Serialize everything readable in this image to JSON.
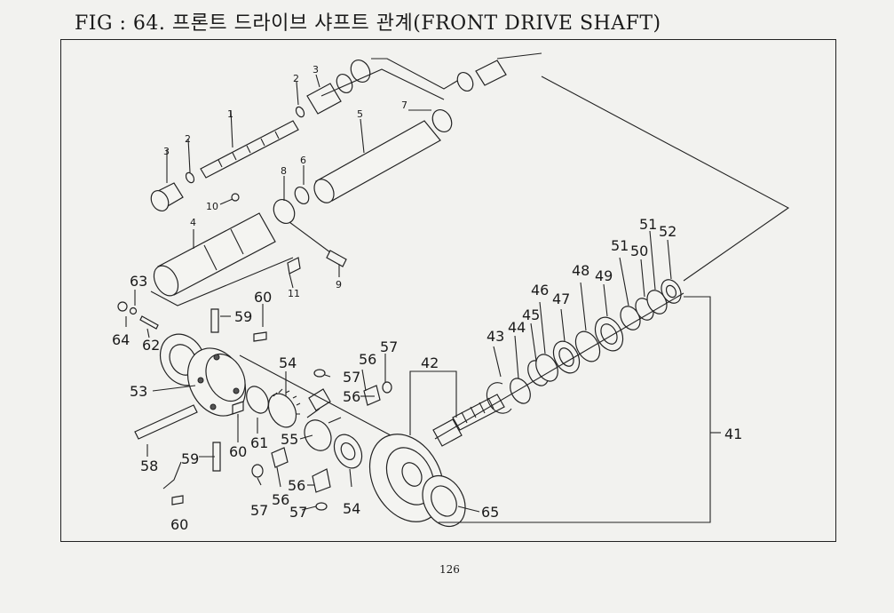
{
  "figure": {
    "title": "FIG : 64. 프론트 드라이브 샤프트 관계(FRONT DRIVE SHAFT)",
    "page_number": "126"
  },
  "callouts": {
    "c1": "1",
    "c2a": "2",
    "c2b": "2",
    "c3a": "3",
    "c3b": "3",
    "c4": "4",
    "c5": "5",
    "c6": "6",
    "c7": "7",
    "c8": "8",
    "c9": "9",
    "c10": "10",
    "c11": "11",
    "c41": "41",
    "c42": "42",
    "c43": "43",
    "c44": "44",
    "c45": "45",
    "c46": "46",
    "c47": "47",
    "c48": "48",
    "c49": "49",
    "c50": "50",
    "c51a": "51",
    "c51b": "51",
    "c52": "52",
    "c53": "53",
    "c54a": "54",
    "c54b": "54",
    "c55": "55",
    "c56a": "56",
    "c56b": "56",
    "c56c": "56",
    "c56d": "56",
    "c57a": "57",
    "c57b": "57",
    "c57c": "57",
    "c57d": "57",
    "c58": "58",
    "c59a": "59",
    "c59b": "59",
    "c60a": "60",
    "c60b": "60",
    "c60c": "60",
    "c61": "61",
    "c62": "62",
    "c63": "63",
    "c64": "64",
    "c65": "65"
  }
}
